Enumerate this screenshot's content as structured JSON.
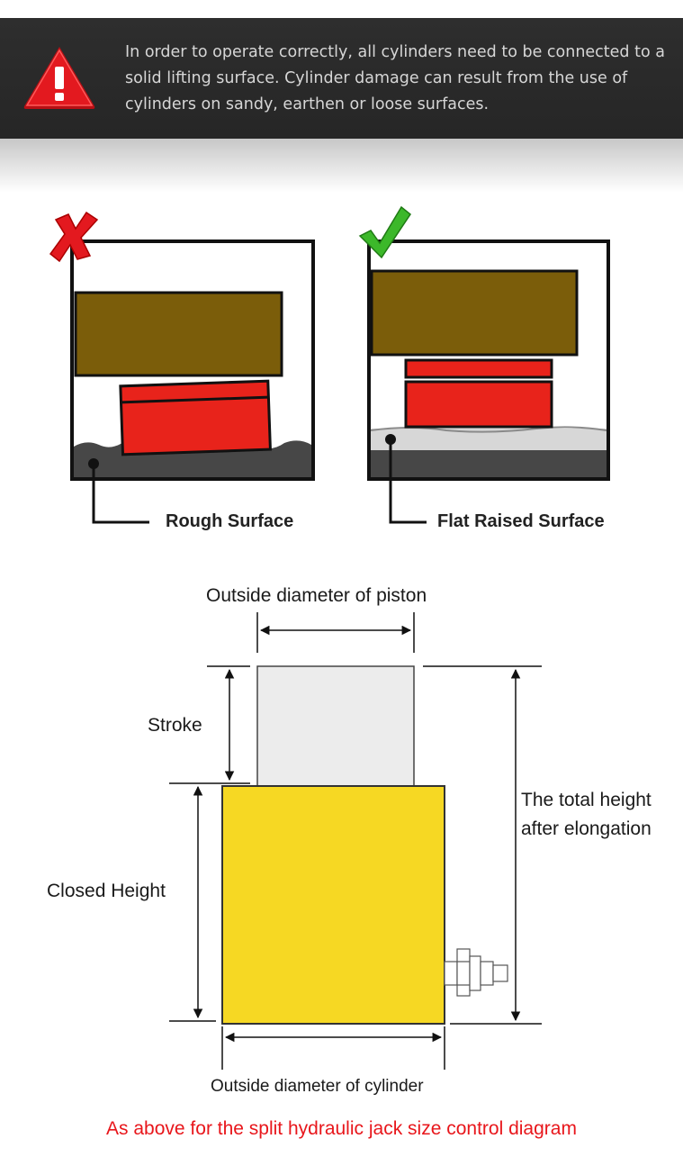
{
  "warning": {
    "text": "In order to operate correctly, all cylinders need to be connected to a solid lifting surface. Cylinder damage can result from the use of cylinders on sandy, earthen or loose surfaces.",
    "icon": "warning-triangle-icon",
    "colors": {
      "banner": "#2b2b2b",
      "icon": "#d8161c",
      "text": "#d6d6d6"
    }
  },
  "comparison": {
    "bad": {
      "label": "Rough Surface",
      "icon": "red-cross-icon"
    },
    "good": {
      "label": "Flat Raised Surface",
      "icon": "green-check-icon"
    },
    "colors": {
      "load": "#7b5d0a",
      "cylinder": "#e8231b",
      "ground": "#444444"
    }
  },
  "dimensions": {
    "piston_diameter": "Outside diameter of piston",
    "stroke": "Stroke",
    "total_height": "The total height after elongation",
    "closed_height": "Closed Height",
    "cylinder_diameter": "Outside diameter of cylinder",
    "colors": {
      "piston": "#ececec",
      "cylinder": "#f6d823"
    }
  },
  "caption": "As above for the split hydraulic jack size control diagram"
}
